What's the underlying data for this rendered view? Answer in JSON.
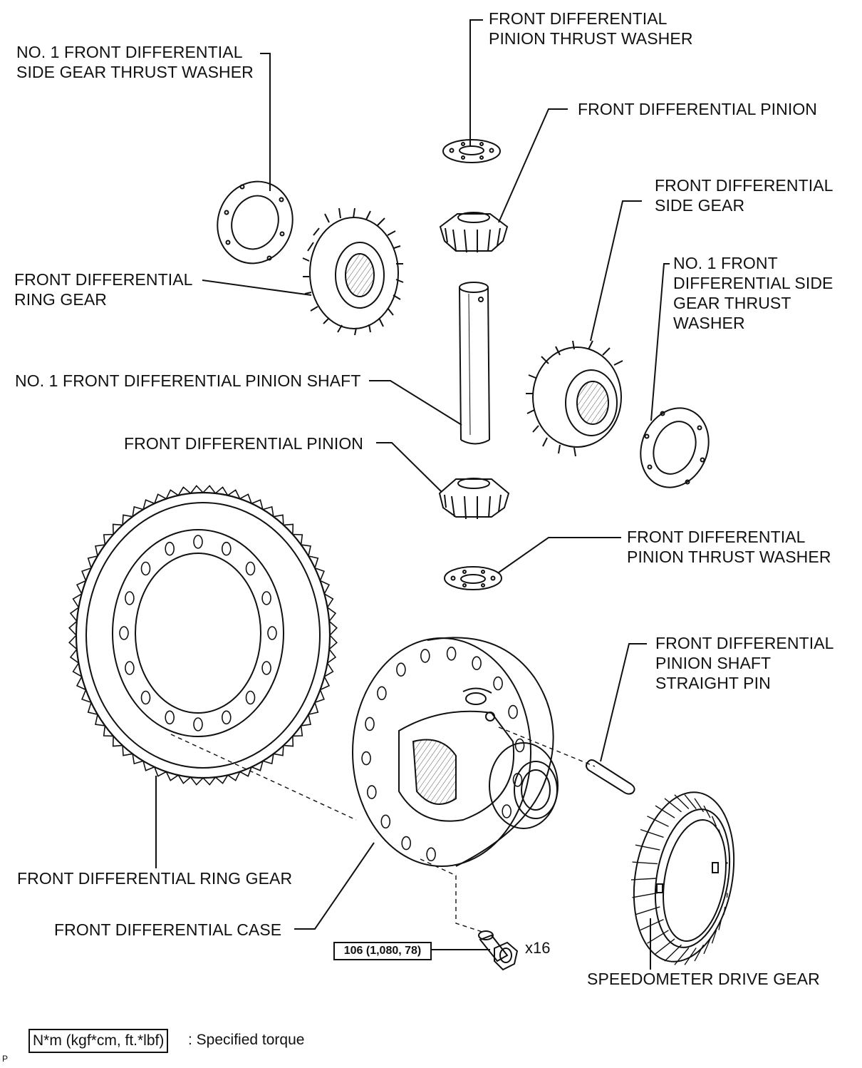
{
  "labels": {
    "pinion_thrust_washer_top": "FRONT DIFFERENTIAL\nPINION THRUST WASHER",
    "side_gear_thrust_washer_left": "NO. 1 FRONT DIFFERENTIAL\nSIDE GEAR THRUST WASHER",
    "pinion_top": "FRONT DIFFERENTIAL PINION",
    "side_gear_right": "FRONT DIFFERENTIAL\nSIDE GEAR",
    "side_gear_thrust_washer_right": "NO. 1 FRONT\nDIFFERENTIAL SIDE\nGEAR THRUST\nWASHER",
    "side_gear_left": "FRONT DIFFERENTIAL\nRING GEAR",
    "pinion_shaft": "NO. 1 FRONT DIFFERENTIAL PINION SHAFT",
    "pinion_bottom": "FRONT DIFFERENTIAL PINION",
    "pinion_thrust_washer_bottom": "FRONT DIFFERENTIAL\nPINION THRUST WASHER",
    "straight_pin": "FRONT DIFFERENTIAL\nPINION SHAFT\nSTRAIGHT PIN",
    "ring_gear": "FRONT DIFFERENTIAL RING GEAR",
    "case": "FRONT DIFFERENTIAL CASE",
    "speedometer_gear": "SPEEDOMETER DRIVE GEAR"
  },
  "torque": {
    "value": "106 (1,080, 78)",
    "quantity": "x16"
  },
  "legend": {
    "unit": "N*m (kgf*cm, ft.*lbf)",
    "description": ": Specified torque"
  },
  "figure_code": "P"
}
